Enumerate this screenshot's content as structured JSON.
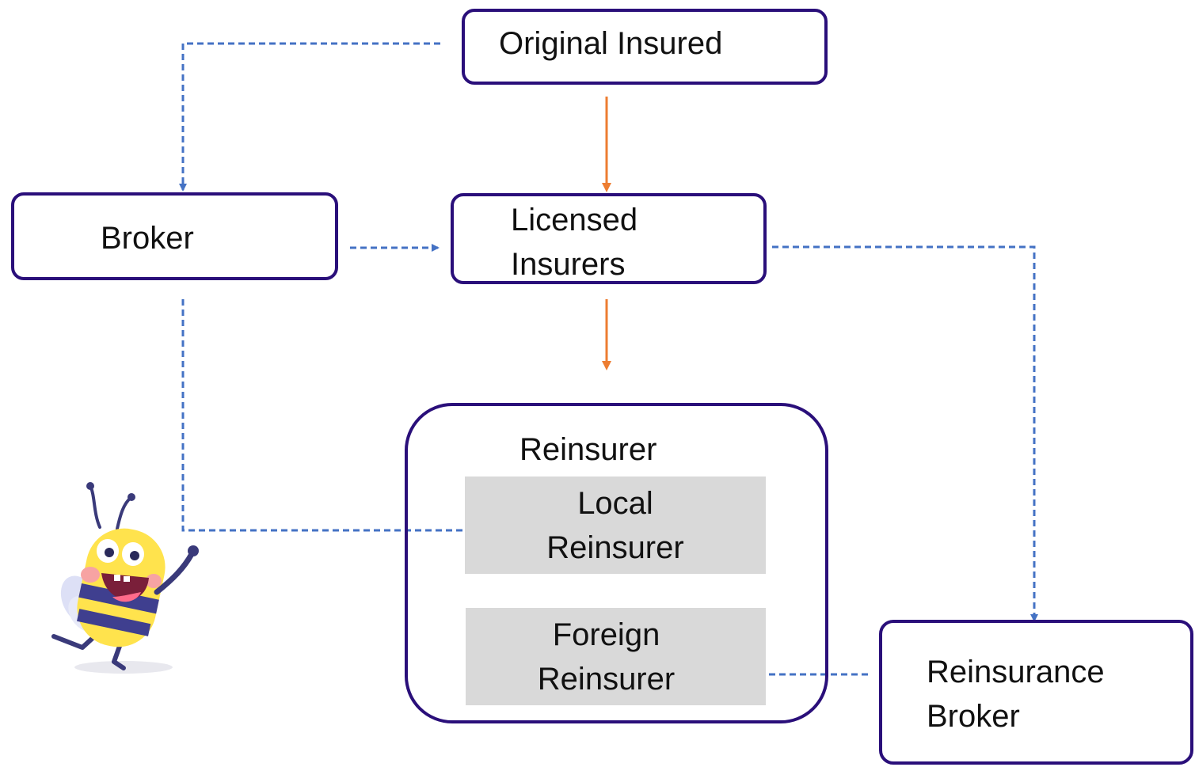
{
  "nodes": {
    "original_insured": "Original Insured",
    "broker": "Broker",
    "licensed_insurers": "Licensed\nInsurers",
    "reinsurer": "Reinsurer",
    "local_reinsurer": "Local\nReinsurer",
    "foreign_reinsurer": "Foreign\nReinsurer",
    "reinsurance_broker": "Reinsurance\nBroker"
  },
  "colors": {
    "box_border": "#2a0f7a",
    "dashed_arrow": "#4472c4",
    "solid_arrow": "#ed7d31",
    "sub_box_fill": "#d9d9d9"
  },
  "connectors": [
    {
      "from": "Original Insured",
      "to": "Broker",
      "style": "dashed"
    },
    {
      "from": "Original Insured",
      "to": "Licensed Insurers",
      "style": "solid"
    },
    {
      "from": "Broker",
      "to": "Licensed Insurers",
      "style": "dashed"
    },
    {
      "from": "Licensed Insurers",
      "to": "Reinsurer",
      "style": "solid"
    },
    {
      "from": "Licensed Insurers",
      "to": "Reinsurance Broker",
      "style": "dashed"
    },
    {
      "from": "Broker",
      "to": "Local Reinsurer",
      "style": "dashed"
    },
    {
      "from": "Reinsurance Broker",
      "to": "Foreign Reinsurer",
      "style": "dashed"
    }
  ],
  "icons": {
    "mascot": "bee-mascot-icon"
  }
}
